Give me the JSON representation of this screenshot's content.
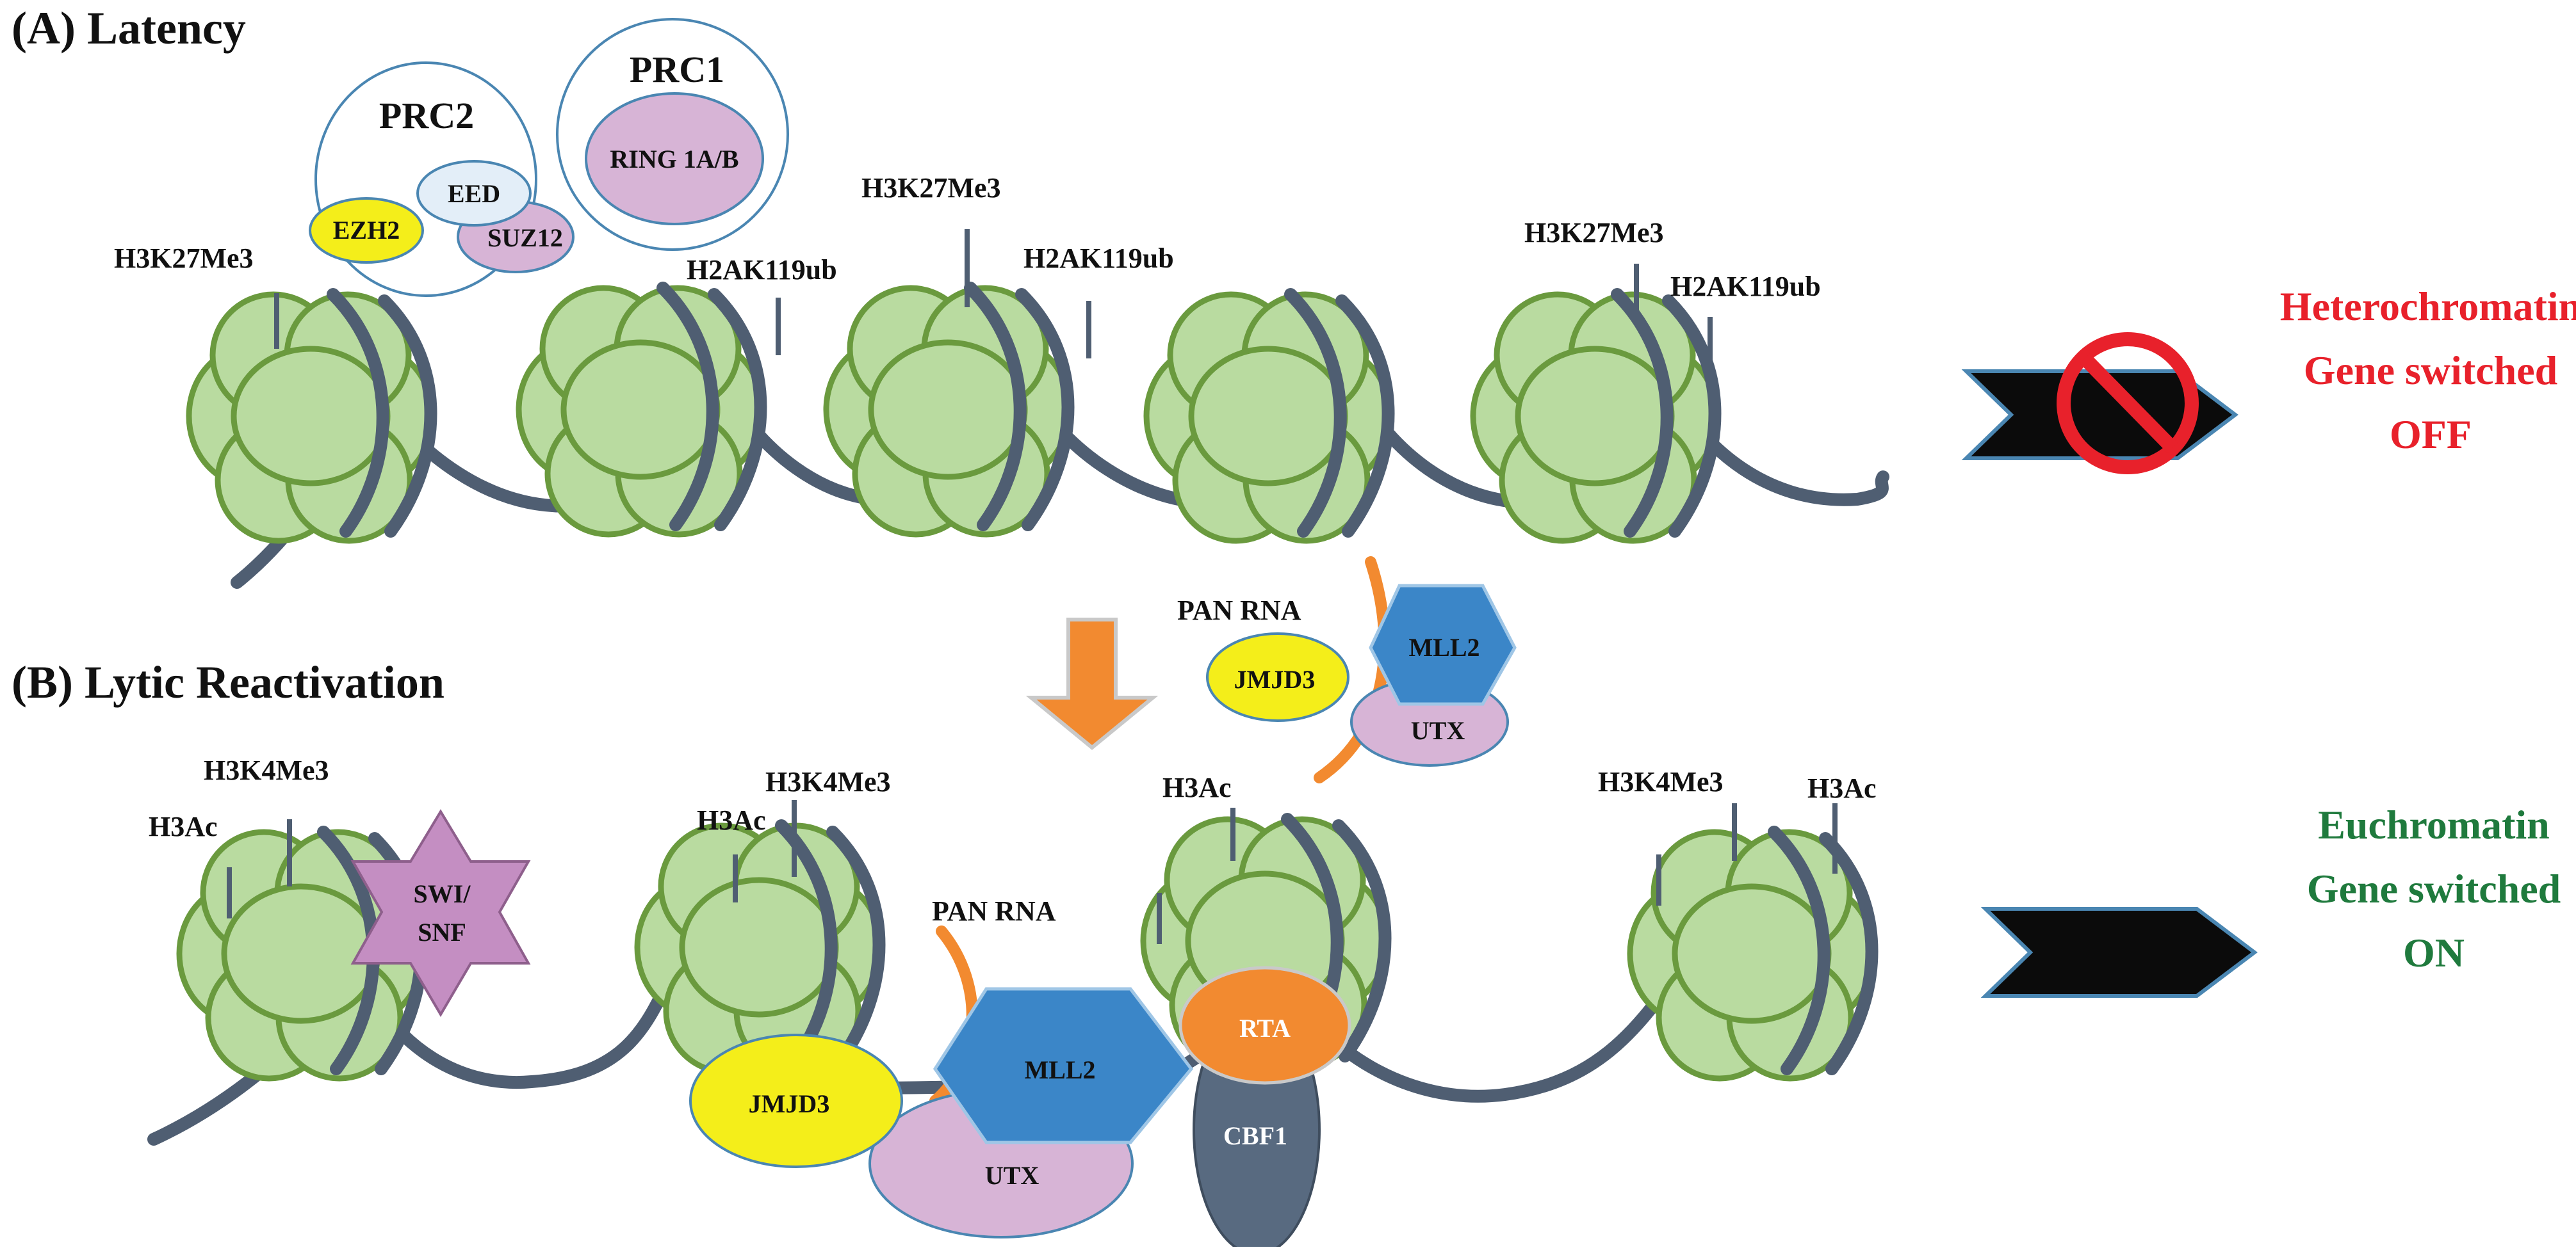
{
  "sections": {
    "latency": "(A) Latency",
    "lytic": "(B) Lytic Reactivation"
  },
  "latency": {
    "complex_prc2": "PRC2",
    "complex_prc1": "PRC1",
    "ring": "RING 1A/B",
    "eed": "EED",
    "ezh2": "EZH2",
    "suz12": "SUZ12",
    "marks": [
      "H3K27Me3",
      "H2AK119ub",
      "H3K27Me3",
      "H2AK119ub",
      "H3K27Me3",
      "H2AK119ub"
    ],
    "state": {
      "line1": "Heterochromatin",
      "line2": "Gene switched",
      "line3": "OFF"
    }
  },
  "transition": {
    "pan_rna": "PAN RNA",
    "jmjd3": "JMJD3",
    "mll2": "MLL2",
    "utx": "UTX"
  },
  "lytic": {
    "marks": {
      "n1_h3k4me3": "H3K4Me3",
      "n1_h3ac": "H3Ac",
      "n2_h3k4me3": "H3K4Me3",
      "n2_h3ac": "H3Ac",
      "n3_h3ac": "H3Ac",
      "n4_h3k4me3": "H3K4Me3",
      "n4_h3ac": "H3Ac"
    },
    "swi_line1": "SWI/",
    "swi_line2": "SNF",
    "pan_rna": "PAN RNA",
    "jmjd3": "JMJD3",
    "mll2": "MLL2",
    "utx": "UTX",
    "rta": "RTA",
    "cbf1": "CBF1",
    "state": {
      "line1": "Euchromatin",
      "line2": "Gene switched",
      "line3": "ON"
    }
  },
  "colors": {
    "nucleosome_fill": "#b9dba0",
    "nucleosome_stroke": "#6a9a3e",
    "dna": "#4f5e72",
    "off_red": "#e8212b",
    "on_green": "#1f7a3d",
    "orange": "#f28a30",
    "yellow": "#f4ee1a",
    "pink": "#d7b4d6",
    "blue": "#3b86c8",
    "cbf1": "#586a80",
    "swi_snf": "#c48ec2",
    "eed": "#e3eef8",
    "arrow": "#0b0b0b"
  }
}
